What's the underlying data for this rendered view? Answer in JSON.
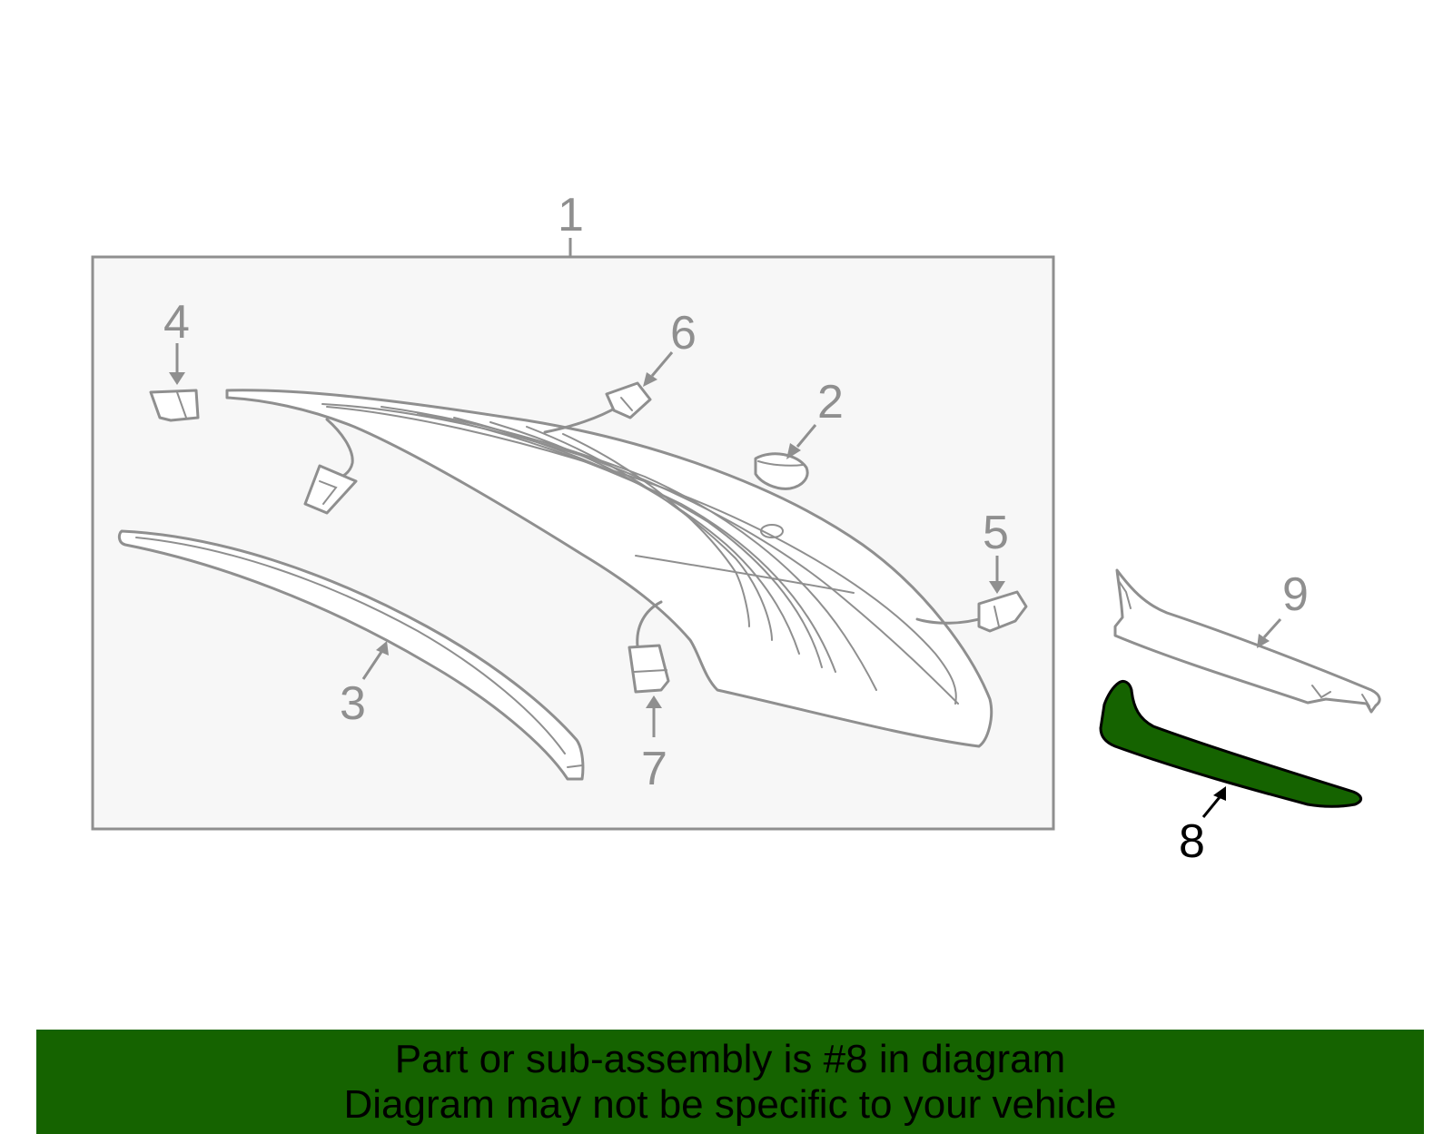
{
  "diagram": {
    "callouts": {
      "c1": "1",
      "c2": "2",
      "c3": "3",
      "c4": "4",
      "c5": "5",
      "c6": "6",
      "c7": "7",
      "c8": "8",
      "c9": "9"
    },
    "highlighted_part": "8",
    "colors": {
      "highlight": "#156300",
      "line": "#8f8f8f",
      "box_fill": "#f7f7f7",
      "banner": "#156300"
    }
  },
  "banner": {
    "line1": "Part or sub-assembly is #8 in diagram",
    "line2": "Diagram may not be specific to your vehicle"
  }
}
